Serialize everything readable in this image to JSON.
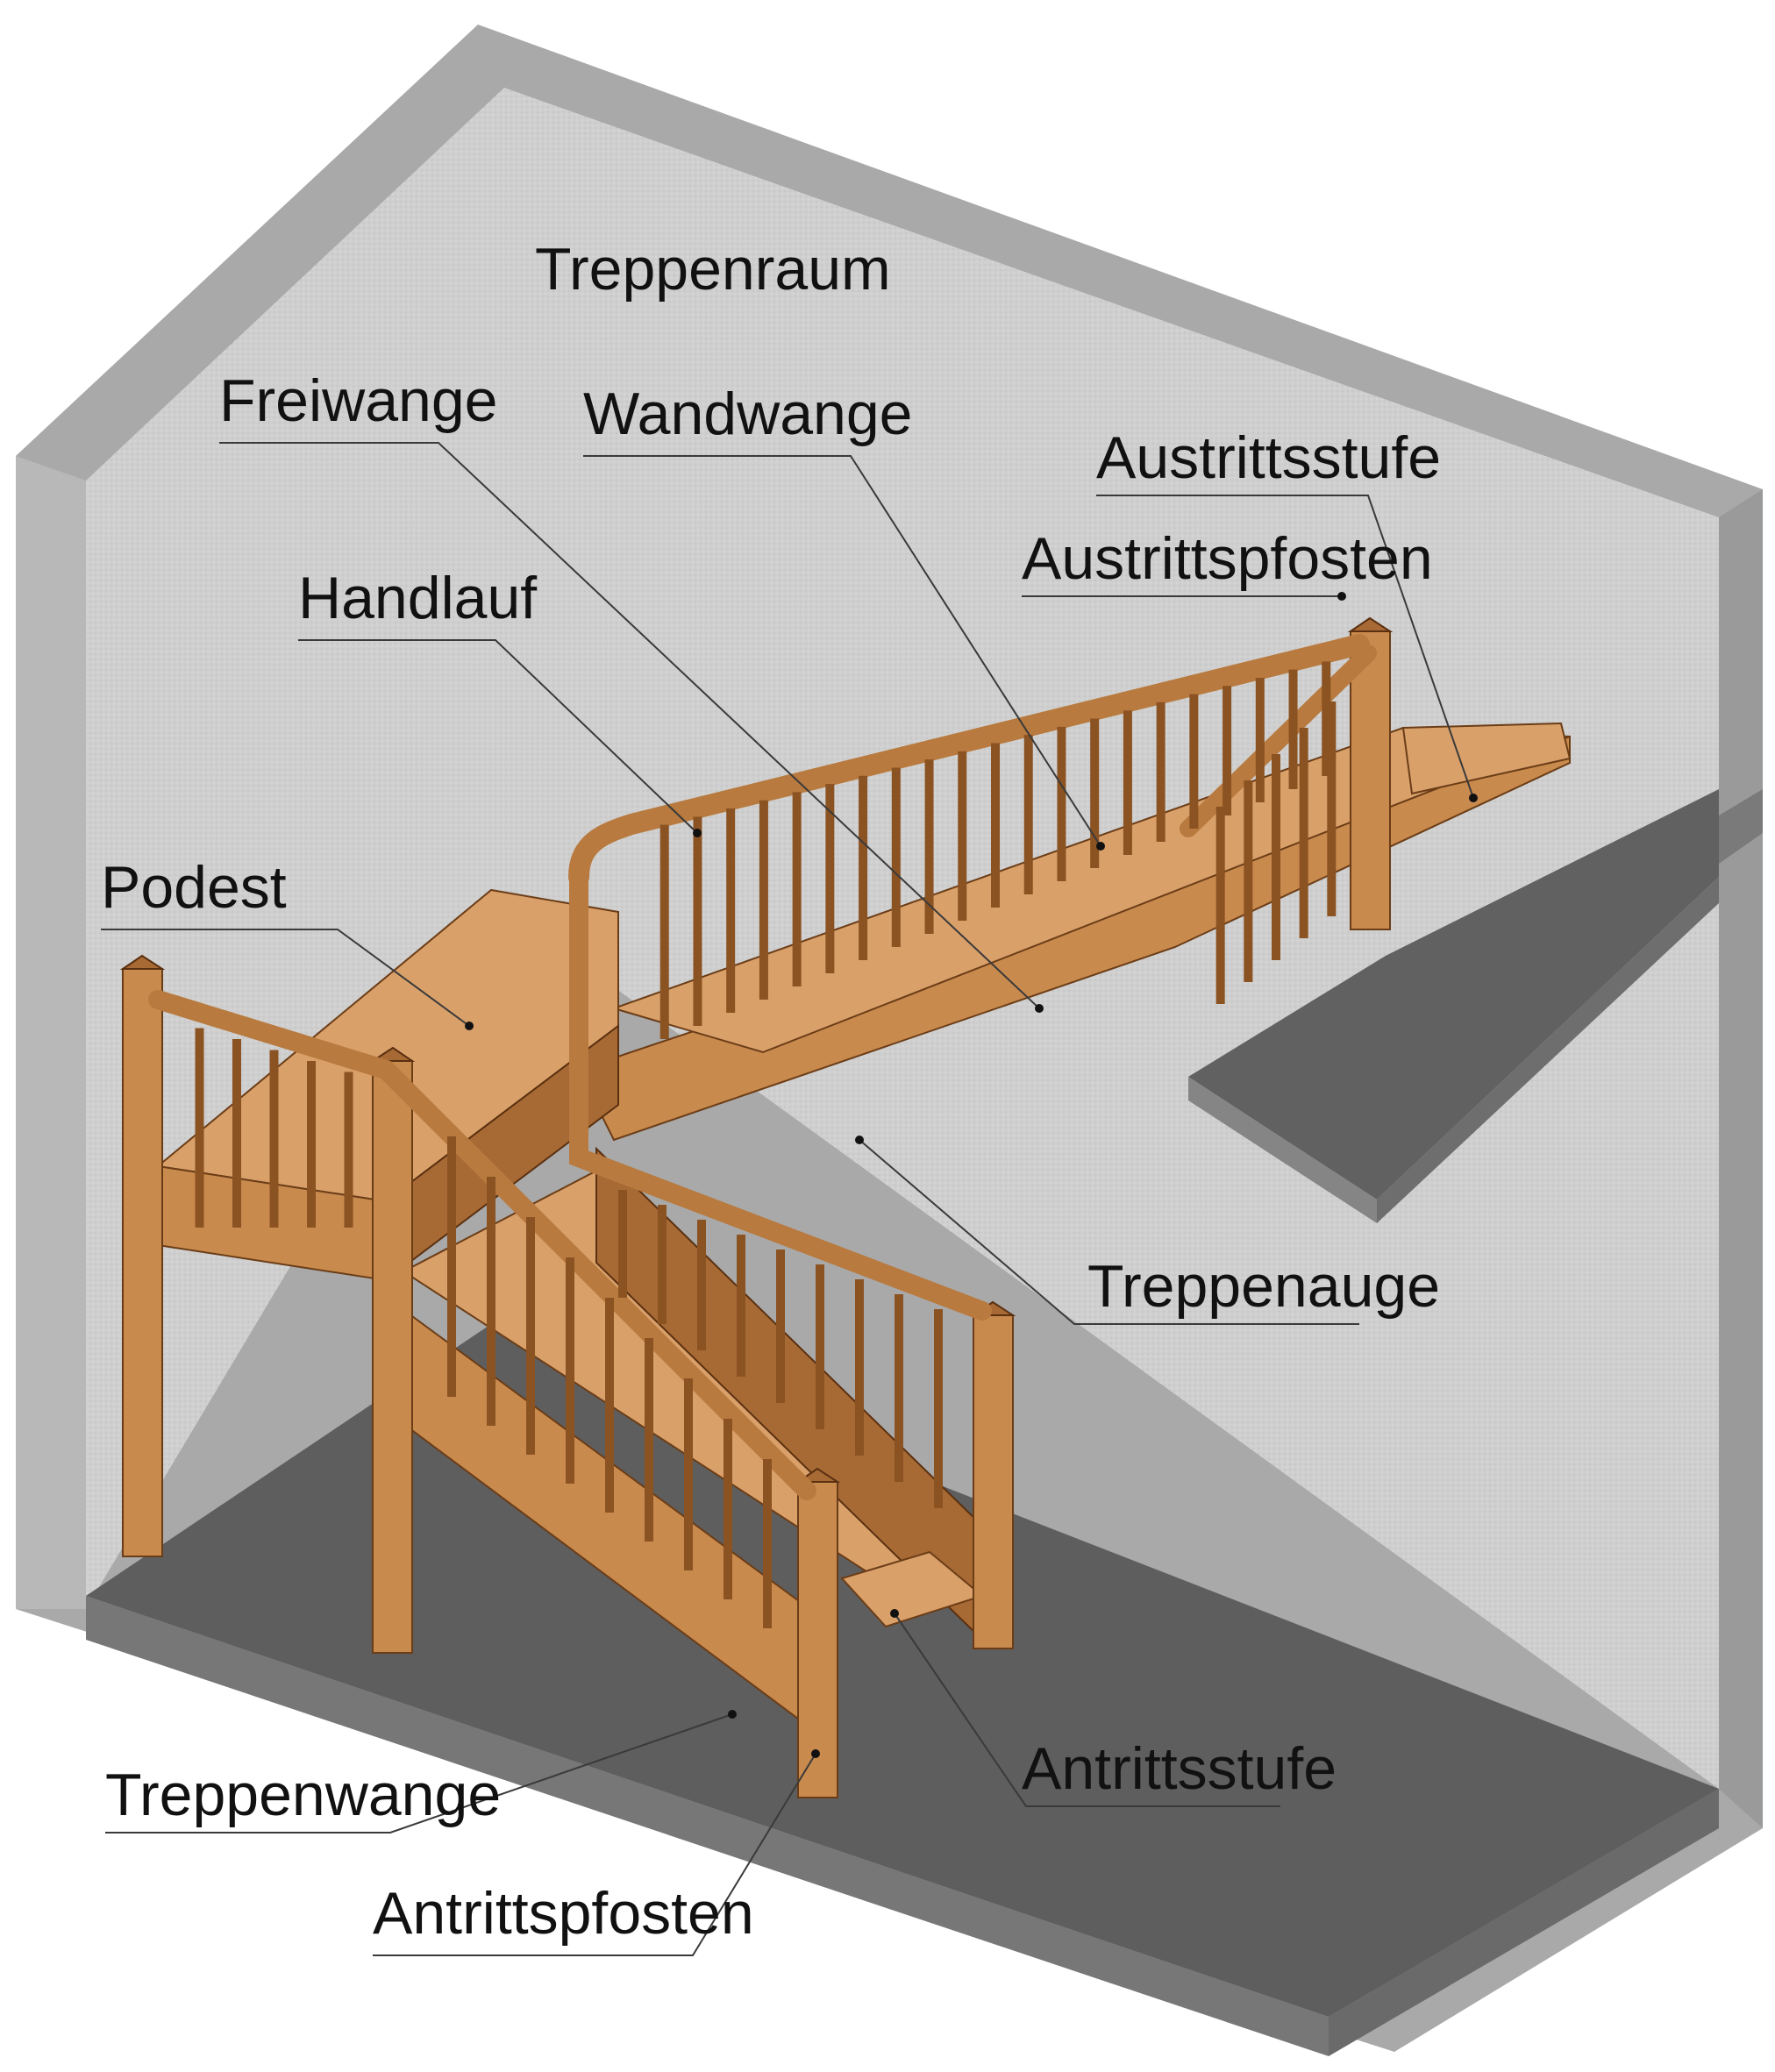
{
  "labels": {
    "treppenraum": "Treppenraum",
    "freiwange": "Freiwange",
    "wandwange": "Wandwange",
    "austrittsstufe": "Austrittsstufe",
    "austrittspfosten": "Austrittspfosten",
    "handlauf": "Handlauf",
    "podest": "Podest",
    "treppenauge": "Treppenauge",
    "antrittsstufe": "Antrittsstufe",
    "treppenwange": "Treppenwange",
    "antrittspfosten": "Antrittspfosten"
  },
  "colors": {
    "wall": "#c9c9c9",
    "wall_edge": "#8f8f8f",
    "floor": "#5e5e5e",
    "wood": "#c98a4e"
  }
}
